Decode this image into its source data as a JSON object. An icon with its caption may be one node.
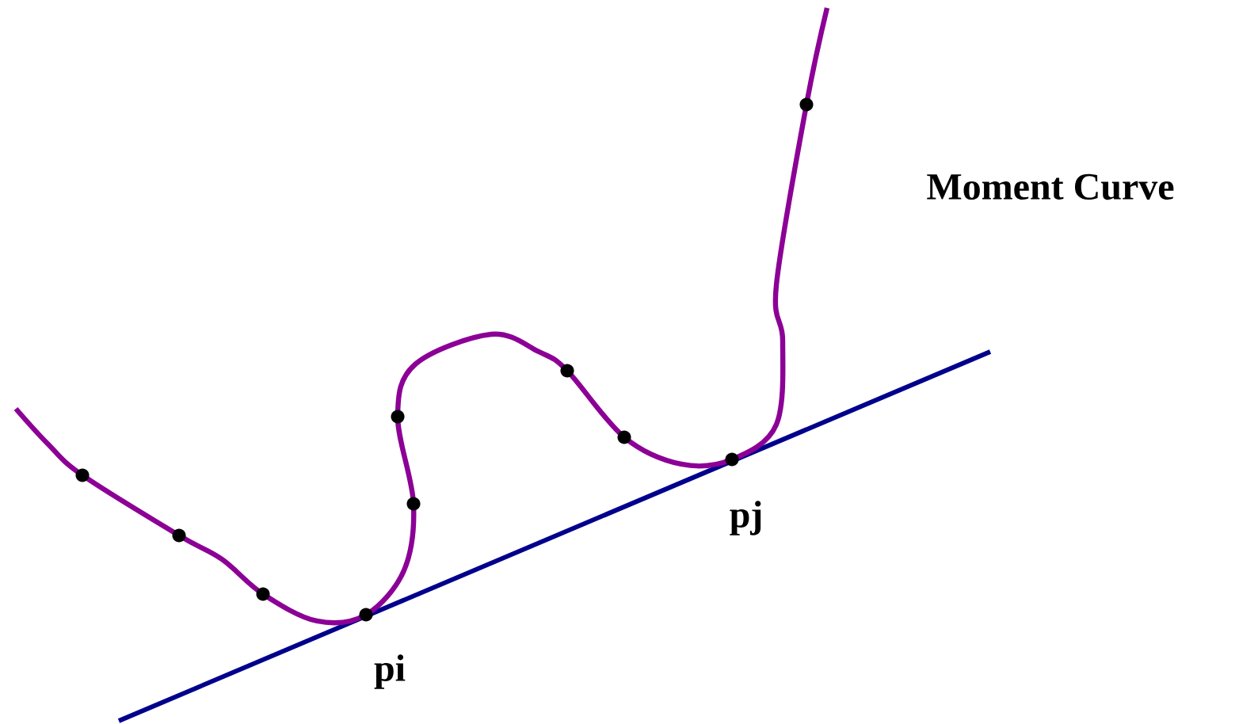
{
  "diagram": {
    "labels": [
      "Moment Curve",
      "pi",
      "pj"
    ]
  }
}
